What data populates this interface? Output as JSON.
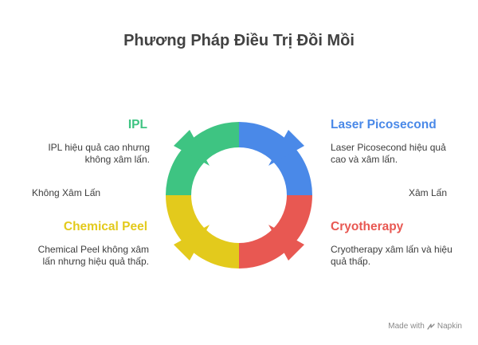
{
  "title": "Phương Pháp Điều Trị Đồi Mồi",
  "quadrants": {
    "top_left": {
      "label": "IPL",
      "desc_line1": "IPL hiệu quả cao nhưng",
      "desc_line2": "không xâm lấn.",
      "color": "#3ec482"
    },
    "top_right": {
      "label": "Laser Picosecond",
      "desc_line1": "Laser Picosecond hiệu quả",
      "desc_line2": "cao và xâm lấn.",
      "color": "#4a89e8"
    },
    "bottom_left": {
      "label": "Chemical Peel",
      "desc_line1": "Chemical Peel không xâm",
      "desc_line2": "lấn nhưng hiệu quả thấp.",
      "color": "#e3ca1c"
    },
    "bottom_right": {
      "label": "Cryotherapy",
      "desc_line1": "Cryotherapy xâm lấn và hiệu",
      "desc_line2": "quả thấp.",
      "color": "#e85852"
    }
  },
  "axis": {
    "left": "Không Xâm Lấn",
    "right": "Xâm Lấn"
  },
  "footer": {
    "text": "Made with",
    "brand": "Napkin",
    "icon": "napkin-logo-icon"
  }
}
